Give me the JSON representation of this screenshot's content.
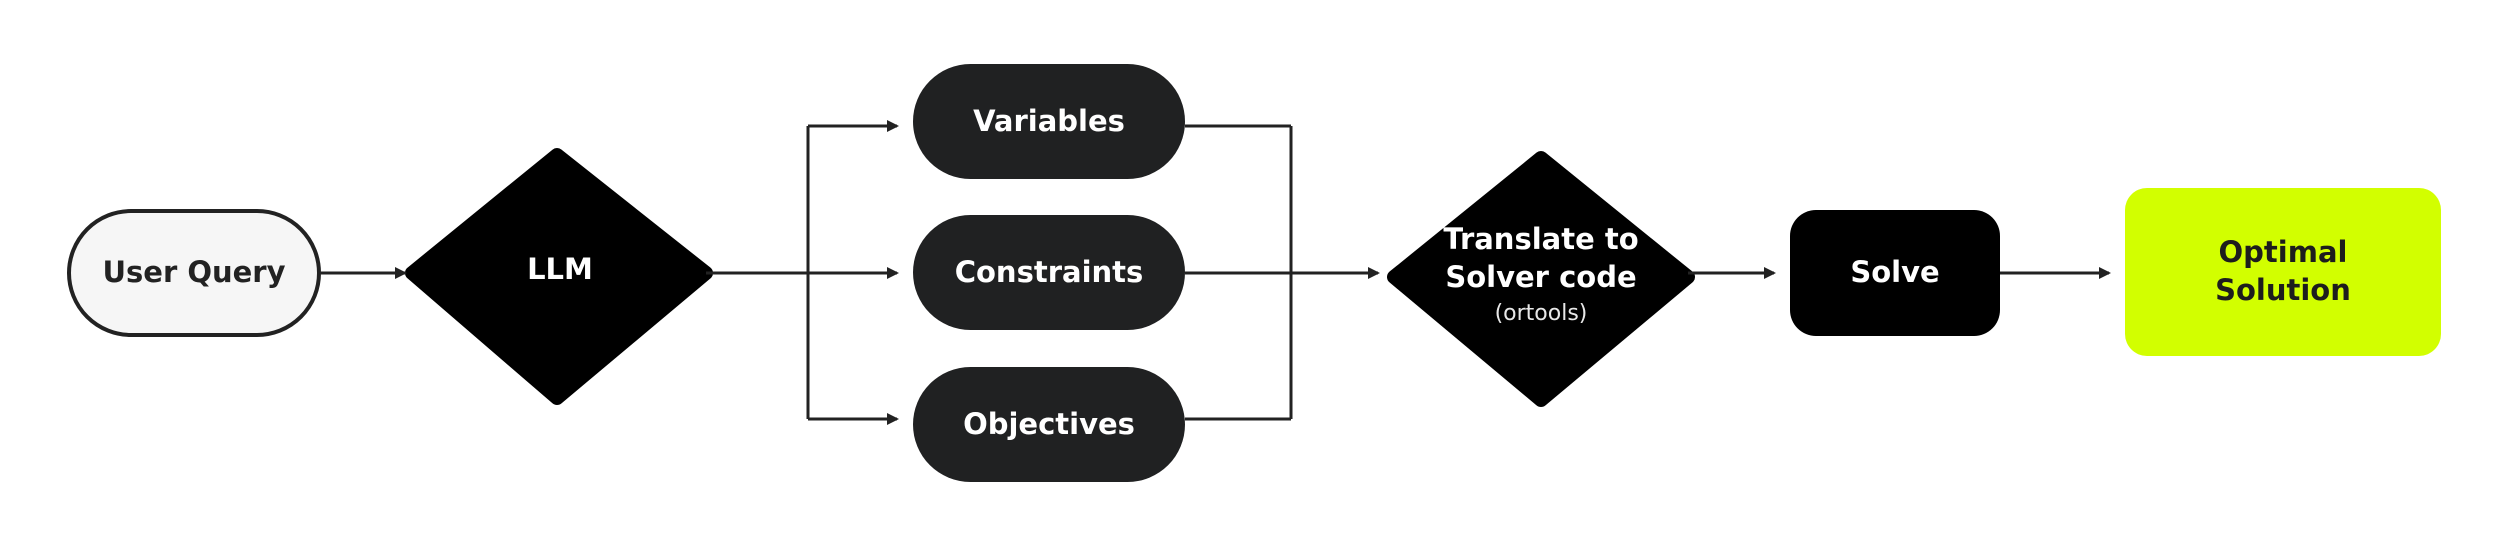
{
  "diagram": {
    "nodes": {
      "user_query": "User Query",
      "llm": "LLM",
      "variables": "Variables",
      "constraints": "Constraints",
      "objectives": "Objectives",
      "translate_line1": "Translate to",
      "translate_line2": "Solver code",
      "translate_sub": "(ortools)",
      "solve": "Solve",
      "optimal_line1": "Optimal",
      "optimal_line2": "Solution"
    },
    "colors": {
      "dark": "#202122",
      "black": "#000000",
      "accent": "#d2ff00",
      "light": "#f6f6f6",
      "line": "#222222"
    }
  }
}
